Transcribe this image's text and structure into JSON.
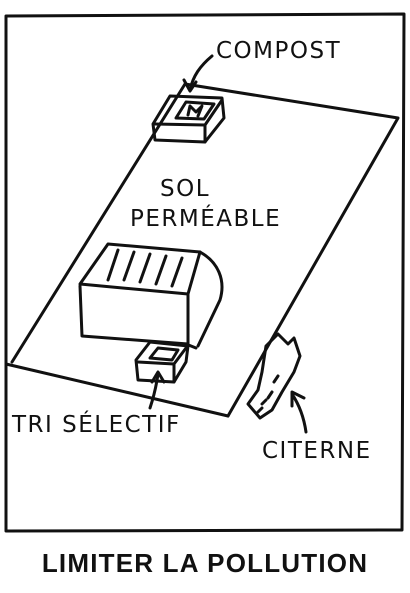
{
  "labels": {
    "compost": "COMPOST",
    "soil_line1": "SOL",
    "soil_line2": "PERMÉABLE",
    "sorting": "TRI SÉLECTIF",
    "tank": "CITERNE"
  },
  "caption": "LIMITER LA POLLUTION",
  "colors": {
    "ink": "#111111",
    "background": "#ffffff"
  }
}
